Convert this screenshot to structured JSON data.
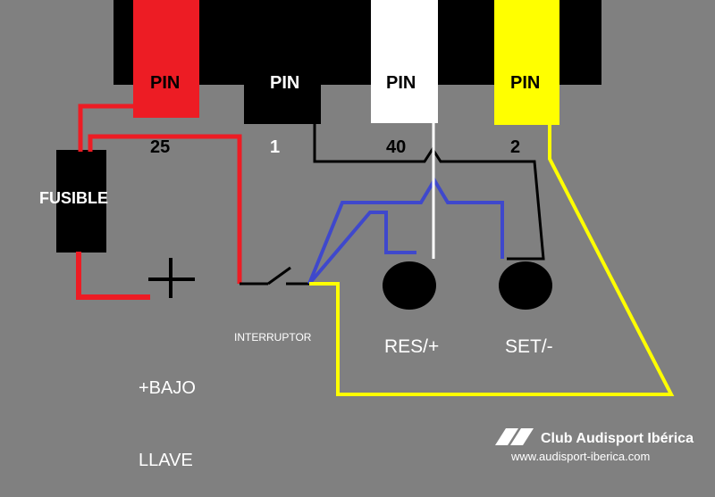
{
  "pins": [
    {
      "id": "pin25",
      "line1": "PIN",
      "line2": "25",
      "color": "#ed1c24"
    },
    {
      "id": "pin1",
      "line1": "PIN",
      "line2": "1",
      "color": "#000000"
    },
    {
      "id": "pin40",
      "line1": "PIN",
      "line2": "40",
      "color": "#ffffff"
    },
    {
      "id": "pin2",
      "line1": "PIN",
      "line2": "2",
      "color": "#ffff00"
    }
  ],
  "fuse": {
    "label": "FUSIBLE"
  },
  "power": {
    "line1": "+BAJO",
    "line2": "LLAVE"
  },
  "switch": {
    "label": "INTERRUPTOR"
  },
  "buttons": [
    {
      "id": "res",
      "label": "RES/+"
    },
    {
      "id": "set",
      "label": "SET/-"
    }
  ],
  "wire_colors": {
    "red": "#ed1c24",
    "black": "#000000",
    "white": "#ffffff",
    "yellow": "#ffff00",
    "blue": "#3f48cc"
  },
  "branding": {
    "name": "Club Audisport Ibérica",
    "url": "www.audisport-iberica.com"
  },
  "background": "#808080"
}
